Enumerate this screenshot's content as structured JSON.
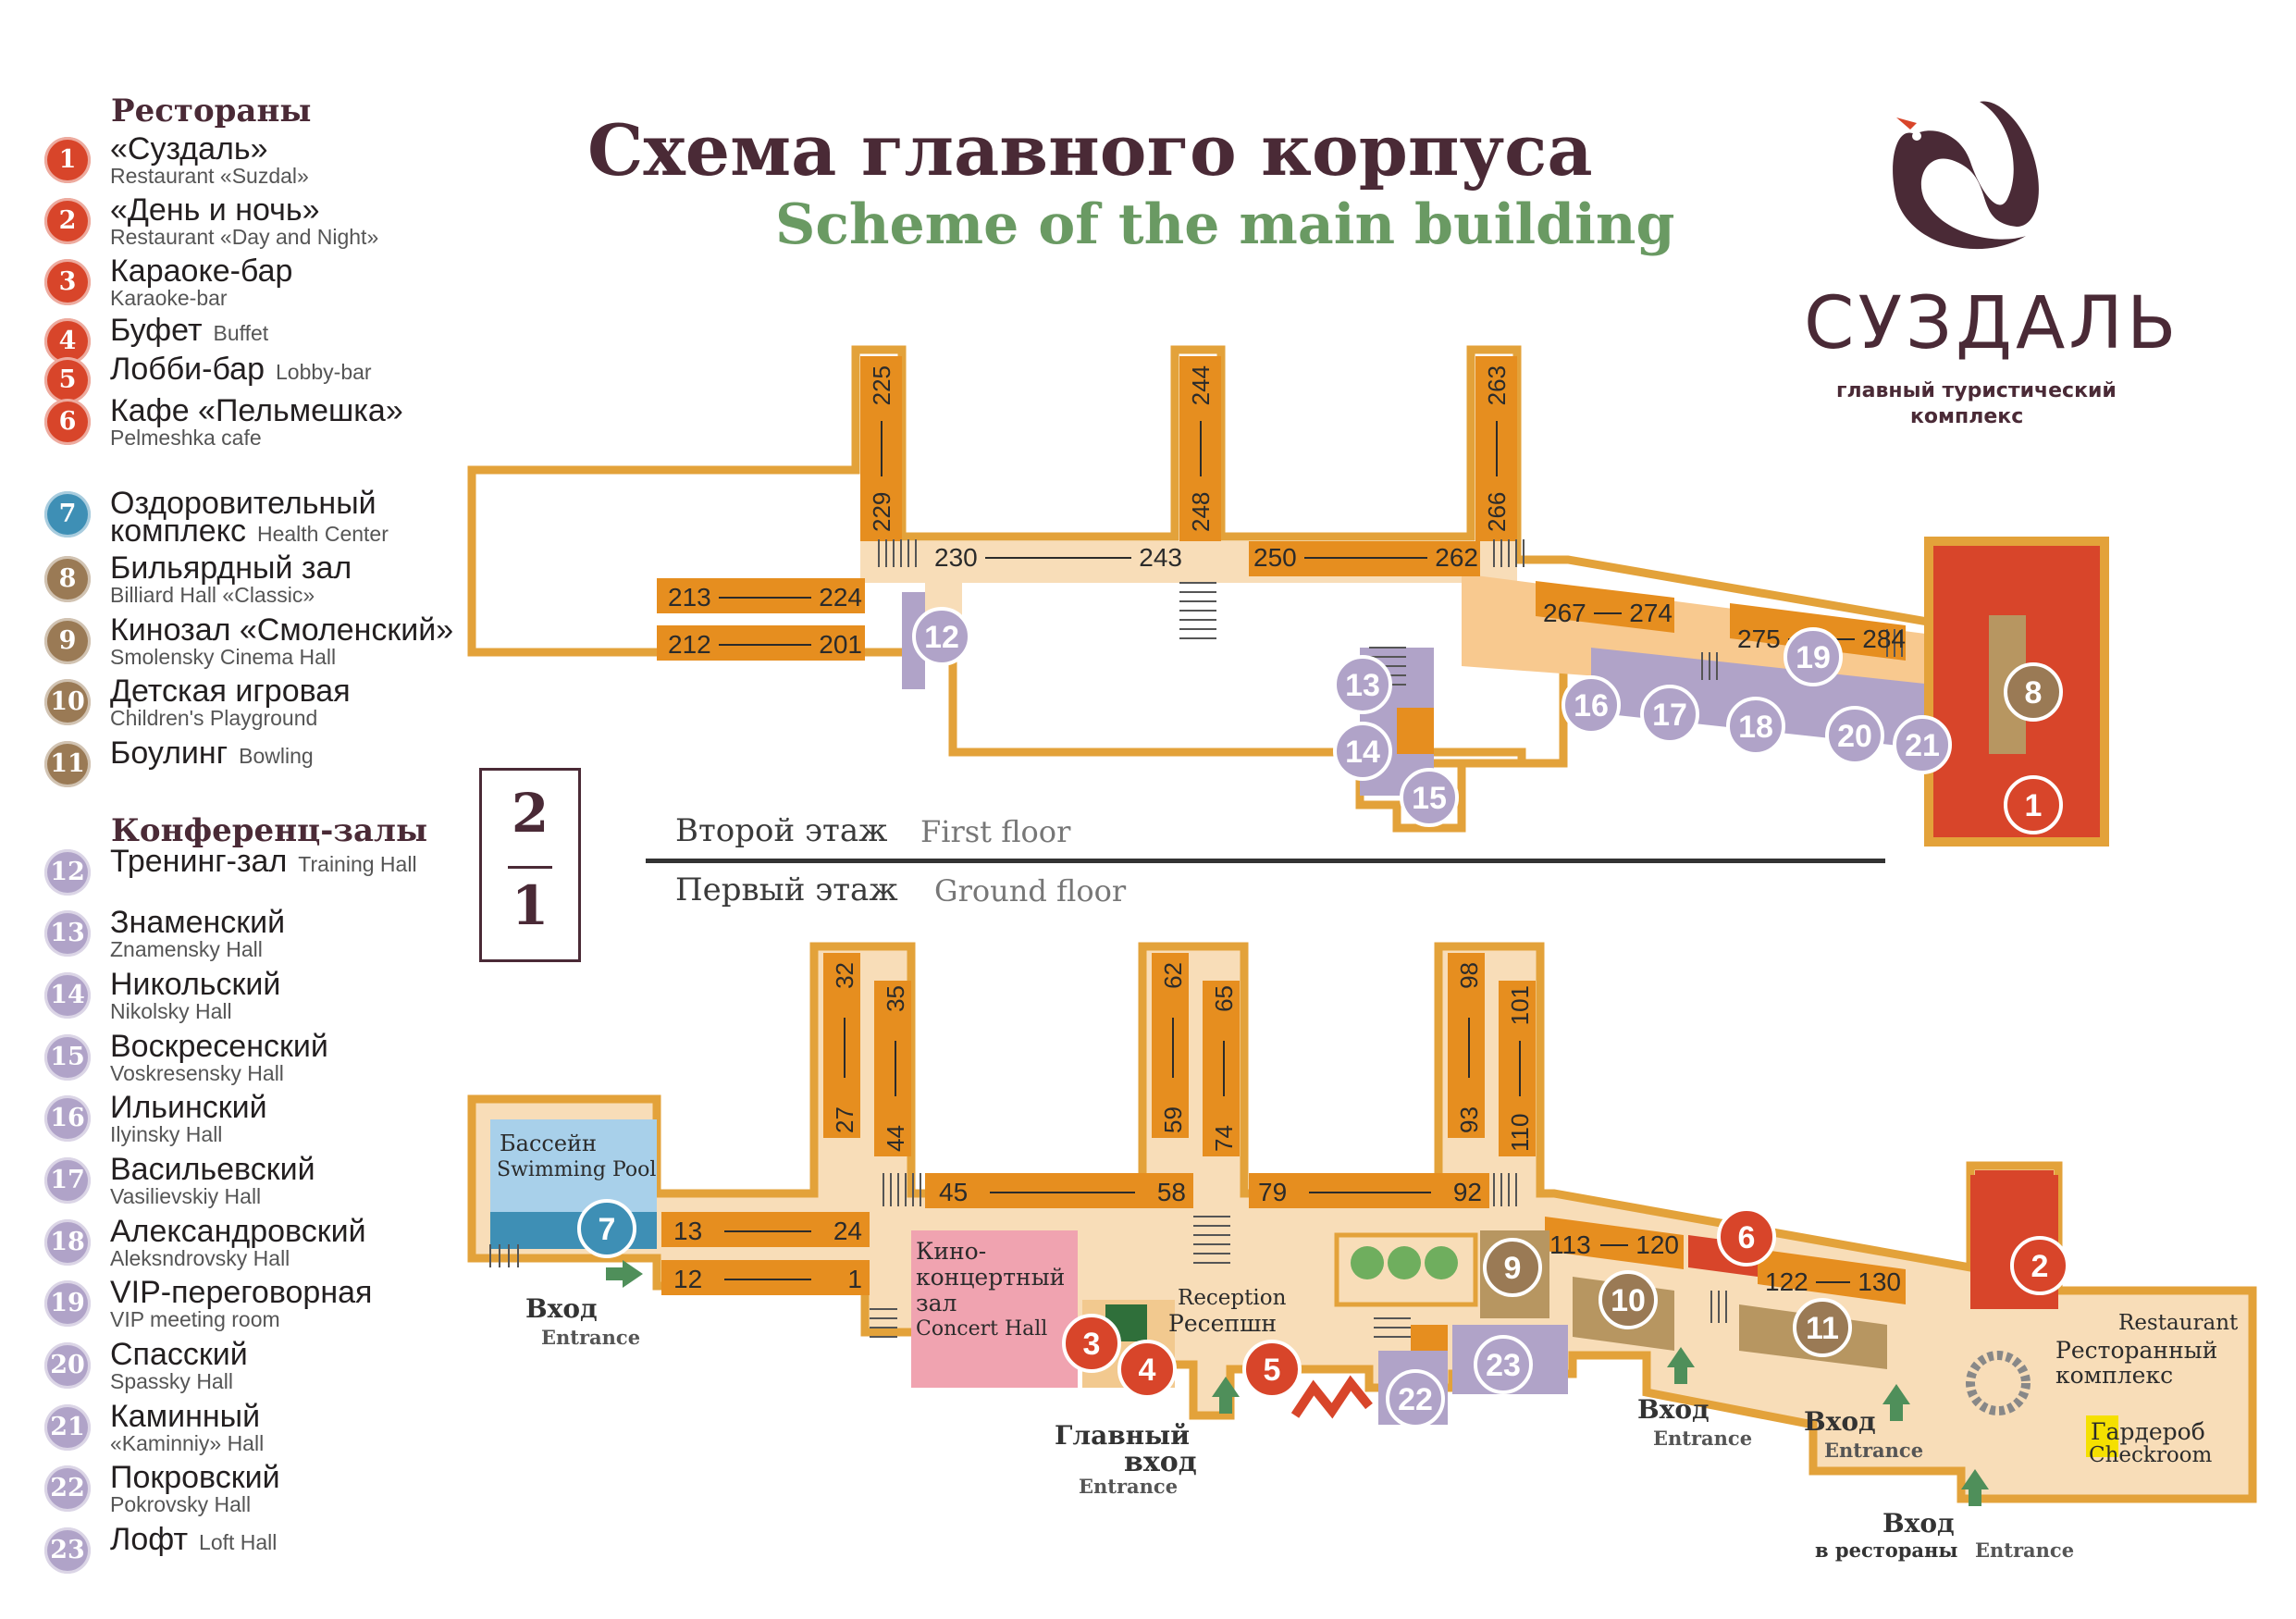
{
  "title": {
    "ru": "Схема главного корпуса",
    "en": "Scheme of the main building"
  },
  "brand": {
    "name": "СУЗДАЛЬ",
    "tagline_1": "главный туристический",
    "tagline_2": "комплекс"
  },
  "colors": {
    "restaurant": "#d8452a",
    "health": "#3e8fb5",
    "leisure": "#9a7a55",
    "conference": "#b0a3c8",
    "corridor": "#f2c98f",
    "rooms": "#e68e1f",
    "outline": "#e3a23a",
    "entrance": "#4f8f5a",
    "title_en": "#6a9a63"
  },
  "legend": {
    "restaurants_heading": "Рестораны",
    "conference_heading": "Конференц-залы",
    "items": [
      {
        "n": "1",
        "ru": "«Суздаль»",
        "en": "Restaurant «Suzdal»",
        "inline": false,
        "kind": "restaurant"
      },
      {
        "n": "2",
        "ru": "«День и ночь»",
        "en": "Restaurant «Day and Night»",
        "inline": false,
        "kind": "restaurant"
      },
      {
        "n": "3",
        "ru": "Караоке-бар",
        "en": "Karaoke-bar",
        "inline": false,
        "kind": "restaurant"
      },
      {
        "n": "4",
        "ru": "Буфет",
        "en": "Buffet",
        "inline": true,
        "kind": "restaurant"
      },
      {
        "n": "5",
        "ru": "Лобби-бар",
        "en": "Lobby-bar",
        "inline": true,
        "kind": "restaurant"
      },
      {
        "n": "6",
        "ru": "Кафе «Пельмешка»",
        "en": "Pelmeshka cafe",
        "inline": false,
        "kind": "restaurant"
      },
      {
        "n": "7",
        "ru": "Оздоровительный",
        "ru2": "комплекс",
        "en": "Health Center",
        "inline": "second",
        "kind": "health"
      },
      {
        "n": "8",
        "ru": "Бильярдный зал",
        "en": "Billiard Hall «Classic»",
        "inline": false,
        "kind": "leisure"
      },
      {
        "n": "9",
        "ru": "Кинозал «Смоленский»",
        "en": "Smolensky Cinema Hall",
        "inline": false,
        "kind": "leisure"
      },
      {
        "n": "10",
        "ru": "Детская игровая",
        "en": "Children's Playground",
        "inline": false,
        "kind": "leisure"
      },
      {
        "n": "11",
        "ru": "Боулинг",
        "en": "Bowling",
        "inline": true,
        "kind": "leisure"
      },
      {
        "n": "12",
        "ru": "Тренинг-зал",
        "en": "Training Hall",
        "inline": true,
        "kind": "conference"
      },
      {
        "n": "13",
        "ru": "Знаменский",
        "en": "Znamensky Hall",
        "inline": false,
        "kind": "conference"
      },
      {
        "n": "14",
        "ru": "Никольский",
        "en": "Nikolsky Hall",
        "inline": false,
        "kind": "conference"
      },
      {
        "n": "15",
        "ru": "Воскресенский",
        "en": "Voskresensky Hall",
        "inline": false,
        "kind": "conference"
      },
      {
        "n": "16",
        "ru": "Ильинский",
        "en": "Ilyinsky Hall",
        "inline": false,
        "kind": "conference"
      },
      {
        "n": "17",
        "ru": "Васильевский",
        "en": "Vasilievskiy Hall",
        "inline": false,
        "kind": "conference"
      },
      {
        "n": "18",
        "ru": "Александровский",
        "en": "Aleksndrovsky Hall",
        "inline": false,
        "kind": "conference"
      },
      {
        "n": "19",
        "ru": "VIP-переговорная",
        "en": "VIP meeting room",
        "inline": false,
        "kind": "conference"
      },
      {
        "n": "20",
        "ru": "Спасский",
        "en": "Spassky Hall",
        "inline": false,
        "kind": "conference"
      },
      {
        "n": "21",
        "ru": "Каминный",
        "en": "«Kaminniy» Hall",
        "inline": false,
        "kind": "conference"
      },
      {
        "n": "22",
        "ru": "Покровский",
        "en": "Pokrovsky Hall",
        "inline": false,
        "kind": "conference"
      },
      {
        "n": "23",
        "ru": "Лофт",
        "en": "Loft Hall",
        "inline": true,
        "kind": "conference"
      }
    ]
  },
  "floor_switch": {
    "upper": "2",
    "lower": "1"
  },
  "floors": {
    "second_ru": "Второй этаж",
    "second_en": "First floor",
    "first_ru": "Первый этаж",
    "first_en": "Ground floor"
  },
  "rooms_second": [
    {
      "from": "213",
      "to": "224"
    },
    {
      "from": "212",
      "to": "201"
    },
    {
      "from": "230",
      "to": "243"
    },
    {
      "from": "250",
      "to": "262"
    },
    {
      "from": "267",
      "to": "274"
    },
    {
      "from": "275",
      "to": "284"
    },
    {
      "from": "229",
      "to": "225"
    },
    {
      "from": "248",
      "to": "244"
    },
    {
      "from": "266",
      "to": "263"
    }
  ],
  "rooms_first": [
    {
      "from": "13",
      "to": "24"
    },
    {
      "from": "12",
      "to": "1"
    },
    {
      "from": "45",
      "to": "58"
    },
    {
      "from": "79",
      "to": "92"
    },
    {
      "from": "113",
      "to": "120"
    },
    {
      "from": "122",
      "to": "130"
    },
    {
      "from": "27",
      "to": "32"
    },
    {
      "from": "44",
      "to": "35"
    },
    {
      "from": "59",
      "to": "62"
    },
    {
      "from": "74",
      "to": "65"
    },
    {
      "from": "93",
      "to": "98"
    },
    {
      "from": "110",
      "to": "101"
    }
  ],
  "labels": {
    "pool_ru": "Бассейн",
    "pool_en": "Swimming Pool",
    "concert_1": "Кино-",
    "concert_2": "концертный",
    "concert_3": "зал",
    "concert_en": "Concert Hall",
    "reception_en": "Reception",
    "reception_ru": "Ресепшн",
    "restaurant_en": "Restaurant",
    "restaurant_ru_1": "Ресторанный",
    "restaurant_ru_2": "комплекс",
    "checkroom_ru": "Гардероб",
    "checkroom_en": "Checkroom",
    "entrance_ru": "Вход",
    "entrance_en": "Entrance",
    "main_entrance_1": "Главный",
    "main_entrance_2": "вход",
    "restaurant_entrance_ru": "в рестораны"
  },
  "markers": {
    "second": [
      "12",
      "13",
      "14",
      "15",
      "16",
      "17",
      "18",
      "19",
      "20",
      "21",
      "8",
      "1"
    ],
    "first": [
      "7",
      "3",
      "4",
      "5",
      "6",
      "9",
      "10",
      "11",
      "22",
      "23",
      "2"
    ]
  }
}
